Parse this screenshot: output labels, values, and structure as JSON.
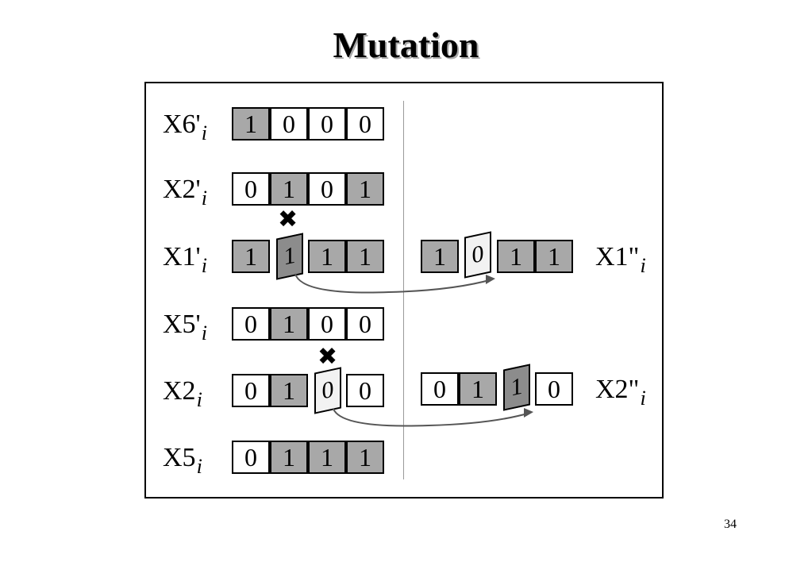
{
  "title": "Mutation",
  "page_number": "34",
  "colors": {
    "gene_on": "#a8a8a8",
    "gene_off": "#ffffff",
    "flipped_dark": "#8c8c8c",
    "flipped_light": "#f2f2f2"
  },
  "rows": [
    {
      "name": "X6'",
      "sub": "i",
      "bits": [
        "1",
        "0",
        "0",
        "0"
      ]
    },
    {
      "name": "X2'",
      "sub": "i",
      "bits": [
        "0",
        "1",
        "0",
        "1"
      ]
    },
    {
      "name": "X1'",
      "sub": "i",
      "bits": [
        "1",
        "1",
        "1",
        "1"
      ],
      "mutated_index": 1
    },
    {
      "name": "X5'",
      "sub": "i",
      "bits": [
        "0",
        "1",
        "0",
        "0"
      ]
    },
    {
      "name": "X2",
      "sub": "i",
      "bits": [
        "0",
        "1",
        "0",
        "0"
      ],
      "mutated_index": 2
    },
    {
      "name": "X5",
      "sub": "i",
      "bits": [
        "0",
        "1",
        "1",
        "1"
      ]
    }
  ],
  "results": [
    {
      "name": "X1\"",
      "sub": "i",
      "bits": [
        "1",
        "0",
        "1",
        "1"
      ],
      "mutated_index": 1
    },
    {
      "name": "X2\"",
      "sub": "i",
      "bits": [
        "0",
        "1",
        "1",
        "0"
      ],
      "mutated_index": 2
    }
  ],
  "mutation_marker": "✖"
}
